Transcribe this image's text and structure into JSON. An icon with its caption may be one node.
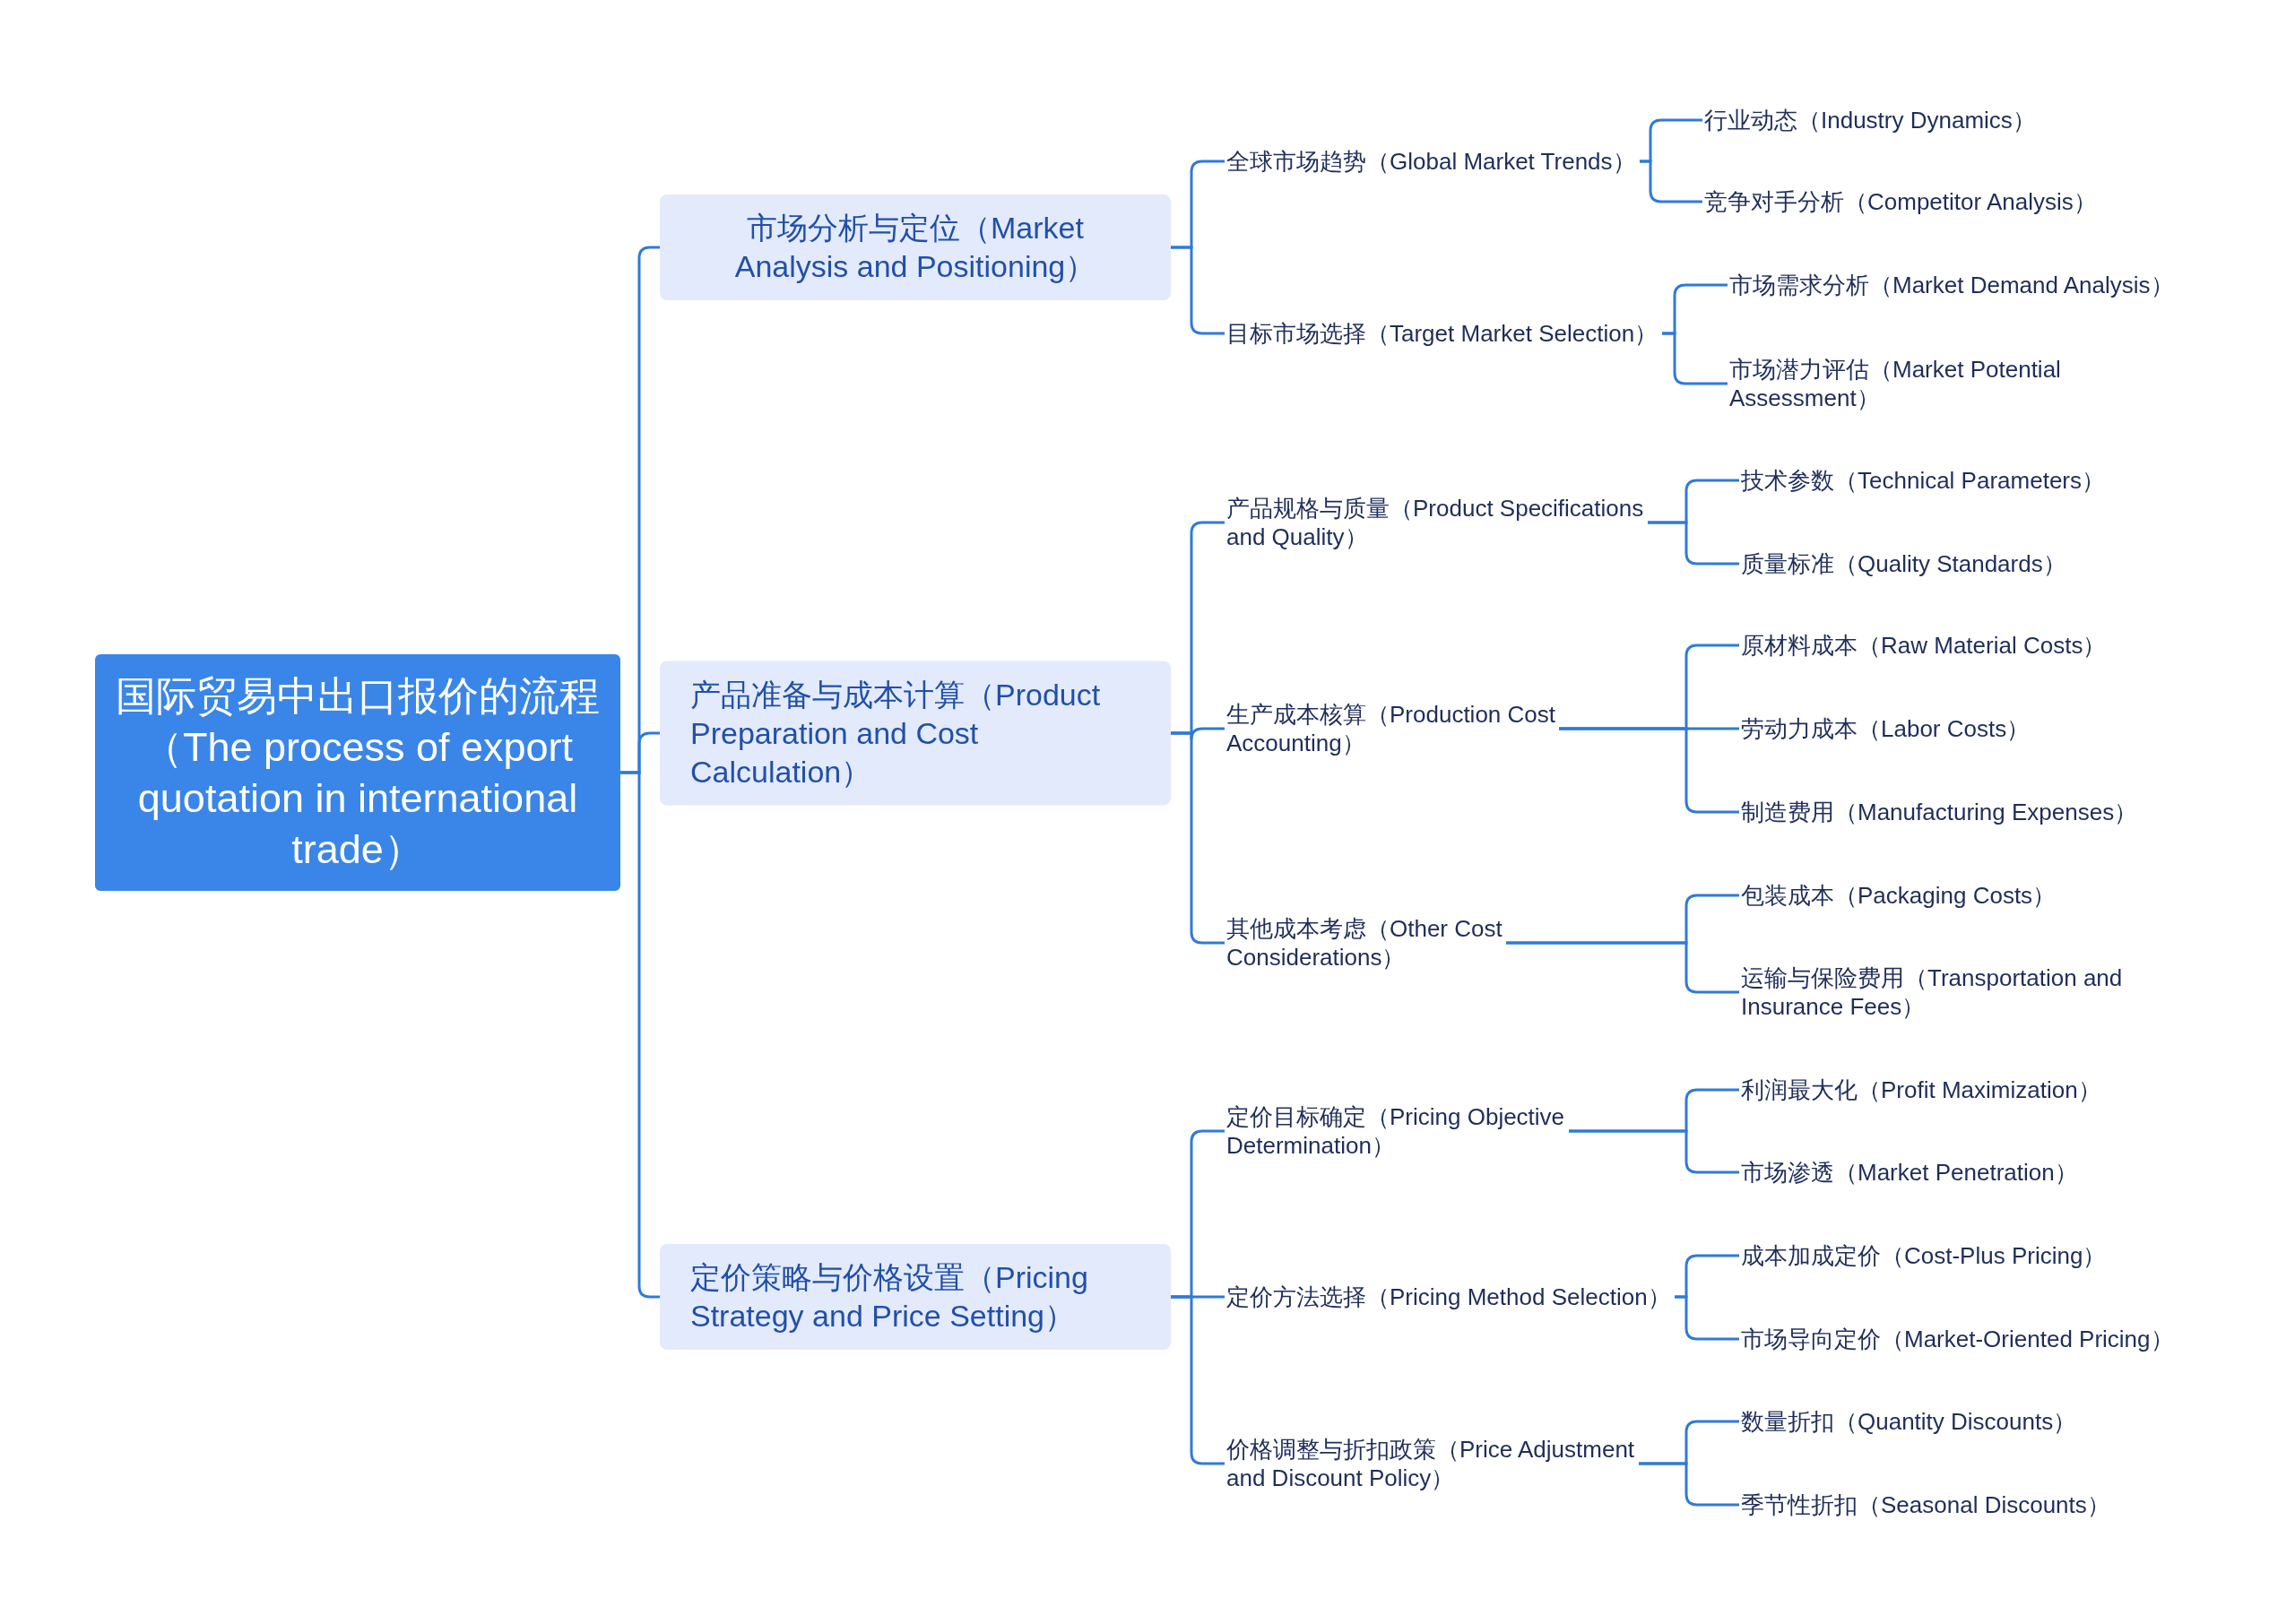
{
  "diagram": {
    "nodes": [
      {
        "text": [
          "国际贸易中出口报价的流程（The process of export quotation in international trade）"
        ]
      },
      {
        "text": [
          "市场分析与定位（Market Analysis and Positioning）"
        ]
      },
      {
        "text": [
          "全球市场趋势（Global Market Trends）"
        ]
      },
      {
        "text": [
          "行业动态（Industry Dynamics）"
        ]
      },
      {
        "text": [
          "竞争对手分析（Competitor Analysis）"
        ]
      },
      {
        "text": [
          "目标市场选择（Target Market Selection）"
        ]
      },
      {
        "text": [
          "市场需求分析（Market Demand Analysis）"
        ]
      },
      {
        "text": [
          "市场潜力评估（Market Potential Assessment）"
        ]
      },
      {
        "text": [
          "产品准备与成本计算（Product Preparation and Cost Calculation）"
        ]
      },
      {
        "text": [
          "产品规格与质量（Product Specifications and Quality）"
        ]
      },
      {
        "text": [
          "技术参数（Technical Parameters）"
        ]
      },
      {
        "text": [
          "质量标准（Quality Standards）"
        ]
      },
      {
        "text": [
          "生产成本核算（Production Cost Accounting）"
        ]
      },
      {
        "text": [
          "原材料成本（Raw Material Costs）"
        ]
      },
      {
        "text": [
          "劳动力成本（Labor Costs）"
        ]
      },
      {
        "text": [
          "制造费用（Manufacturing Expenses）"
        ]
      },
      {
        "text": [
          "其他成本考虑（Other Cost Considerations）"
        ]
      },
      {
        "text": [
          "包装成本（Packaging Costs）"
        ]
      },
      {
        "text": [
          "运输与保险费用（Transportation and Insurance Fees）"
        ]
      },
      {
        "text": [
          "定价策略与价格设置（Pricing Strategy and Price Setting）"
        ]
      },
      {
        "text": [
          "定价目标确定（Pricing Objective Determination）"
        ]
      },
      {
        "text": [
          "利润最大化（Profit Maximization）"
        ]
      },
      {
        "text": [
          "市场渗透（Market Penetration）"
        ]
      },
      {
        "text": [
          "定价方法选择（Pricing Method Selection）"
        ]
      },
      {
        "text": [
          "成本加成定价（Cost-Plus Pricing）"
        ]
      },
      {
        "text": [
          "市场导向定价（Market-Oriented Pricing）"
        ]
      },
      {
        "text": [
          "价格调整与折扣政策（Price Adjustment and Discount Policy）"
        ]
      },
      {
        "text": [
          "数量折扣（Quantity Discounts）"
        ]
      },
      {
        "text": [
          "季节性折扣（Seasonal Discounts）"
        ]
      }
    ],
    "edges": [
      {
        "from": 0,
        "to": 1,
        "arrow": "none"
      },
      {
        "from": 1,
        "to": 2,
        "arrow": "none"
      },
      {
        "from": 2,
        "to": 3,
        "arrow": "none"
      },
      {
        "from": 2,
        "to": 4,
        "arrow": "none"
      },
      {
        "from": 1,
        "to": 5,
        "arrow": "none"
      },
      {
        "from": 5,
        "to": 6,
        "arrow": "none"
      },
      {
        "from": 5,
        "to": 7,
        "arrow": "none"
      },
      {
        "from": 0,
        "to": 8,
        "arrow": "none"
      },
      {
        "from": 8,
        "to": 9,
        "arrow": "none"
      },
      {
        "from": 9,
        "to": 10,
        "arrow": "none"
      },
      {
        "from": 9,
        "to": 11,
        "arrow": "none"
      },
      {
        "from": 8,
        "to": 12,
        "arrow": "none"
      },
      {
        "from": 12,
        "to": 13,
        "arrow": "none"
      },
      {
        "from": 12,
        "to": 14,
        "arrow": "none"
      },
      {
        "from": 12,
        "to": 15,
        "arrow": "none"
      },
      {
        "from": 8,
        "to": 16,
        "arrow": "none"
      },
      {
        "from": 16,
        "to": 17,
        "arrow": "none"
      },
      {
        "from": 16,
        "to": 18,
        "arrow": "none"
      },
      {
        "from": 0,
        "to": 19,
        "arrow": "none"
      },
      {
        "from": 19,
        "to": 20,
        "arrow": "none"
      },
      {
        "from": 20,
        "to": 21,
        "arrow": "none"
      },
      {
        "from": 20,
        "to": 22,
        "arrow": "none"
      },
      {
        "from": 19,
        "to": 23,
        "arrow": "none"
      },
      {
        "from": 23,
        "to": 24,
        "arrow": "none"
      },
      {
        "from": 23,
        "to": 25,
        "arrow": "none"
      },
      {
        "from": 19,
        "to": 26,
        "arrow": "none"
      },
      {
        "from": 26,
        "to": 27,
        "arrow": "none"
      },
      {
        "from": 26,
        "to": 28,
        "arrow": "none"
      }
    ]
  }
}
